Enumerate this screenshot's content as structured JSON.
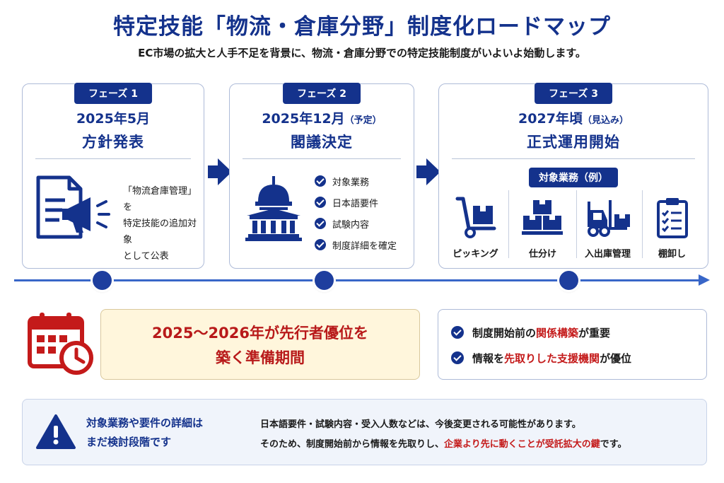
{
  "header": {
    "title": "特定技能「物流・倉庫分野」制度化ロードマップ",
    "subtitle": "EC市場の拡大と人手不足を背景に、物流・倉庫分野での特定技能制度がいよいよ始動します。"
  },
  "phases": [
    {
      "badge": "フェーズ 1",
      "date": "2025年5月",
      "date_note": "",
      "name": "方針発表",
      "description": [
        "「物流倉庫管理」を",
        "特定技能の追加対象",
        "として公表"
      ]
    },
    {
      "badge": "フェーズ 2",
      "date": "2025年12月",
      "date_note": "（予定）",
      "name": "閣議決定",
      "checklist": [
        "対象業務",
        "日本語要件",
        "試験内容",
        "制度詳細を確定"
      ]
    },
    {
      "badge": "フェーズ 3",
      "date": "2027年頃",
      "date_note": "（見込み）",
      "name": "正式運用開始",
      "target_label": "対象業務（例）",
      "tasks": [
        {
          "label": "ピッキング",
          "icon": "hand-truck-icon"
        },
        {
          "label": "仕分け",
          "icon": "stacked-boxes-icon"
        },
        {
          "label": "入出庫管理",
          "icon": "forklift-icon"
        },
        {
          "label": "棚卸し",
          "icon": "clipboard-checklist-icon"
        }
      ]
    }
  ],
  "highlight": {
    "line1": "2025〜2026年が先行者優位を",
    "line2": "築く準備期間"
  },
  "points": [
    {
      "before": "制度開始前の",
      "emphasis": "関係構築",
      "after": "が重要"
    },
    {
      "before": "情報を",
      "emphasis": "先取りした支援機関",
      "after": "が優位"
    }
  ],
  "warning": {
    "title_line1": "対象業務や要件の詳細は",
    "title_line2": "まだ検討段階です",
    "text_line1": "日本語要件・試験内容・受入人数などは、今後変更される可能性があります。",
    "text_line2_before": "そのため、制度開始前から情報を先取りし、",
    "text_line2_emphasis": "企業より先に動くことが受託拡大の鍵",
    "text_line2_after": "です。"
  },
  "colors": {
    "primary": "#14328c",
    "accent_red": "#c41a1a",
    "timeline": "#3866c8",
    "highlight_bg": "#fff6dc"
  }
}
